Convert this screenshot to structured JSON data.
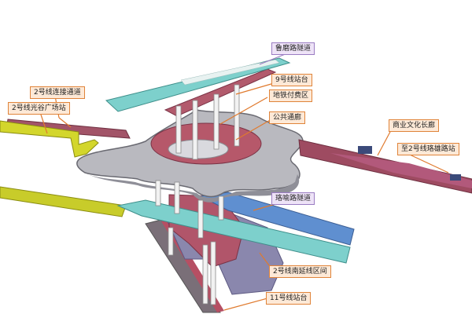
{
  "diagram": {
    "labels": {
      "lulei_tunnel": "鲁磨路隧道",
      "line9_platform": "9号线站台",
      "metro_concourse": "地铁付费区",
      "public_corridor": "公共通廊",
      "line2_link_tunnel": "2号线连接通道",
      "line2_guanggu_station": "2号线光谷广场站",
      "commercial_corridor": "商业文化长廊",
      "line2_tower_road_station": "至2号线珞雄路站",
      "luoyu_tunnel": "珞喻路隧道",
      "line2_south_extension": "2号线南延线区间",
      "line11_platform": "11号线站台"
    }
  }
}
